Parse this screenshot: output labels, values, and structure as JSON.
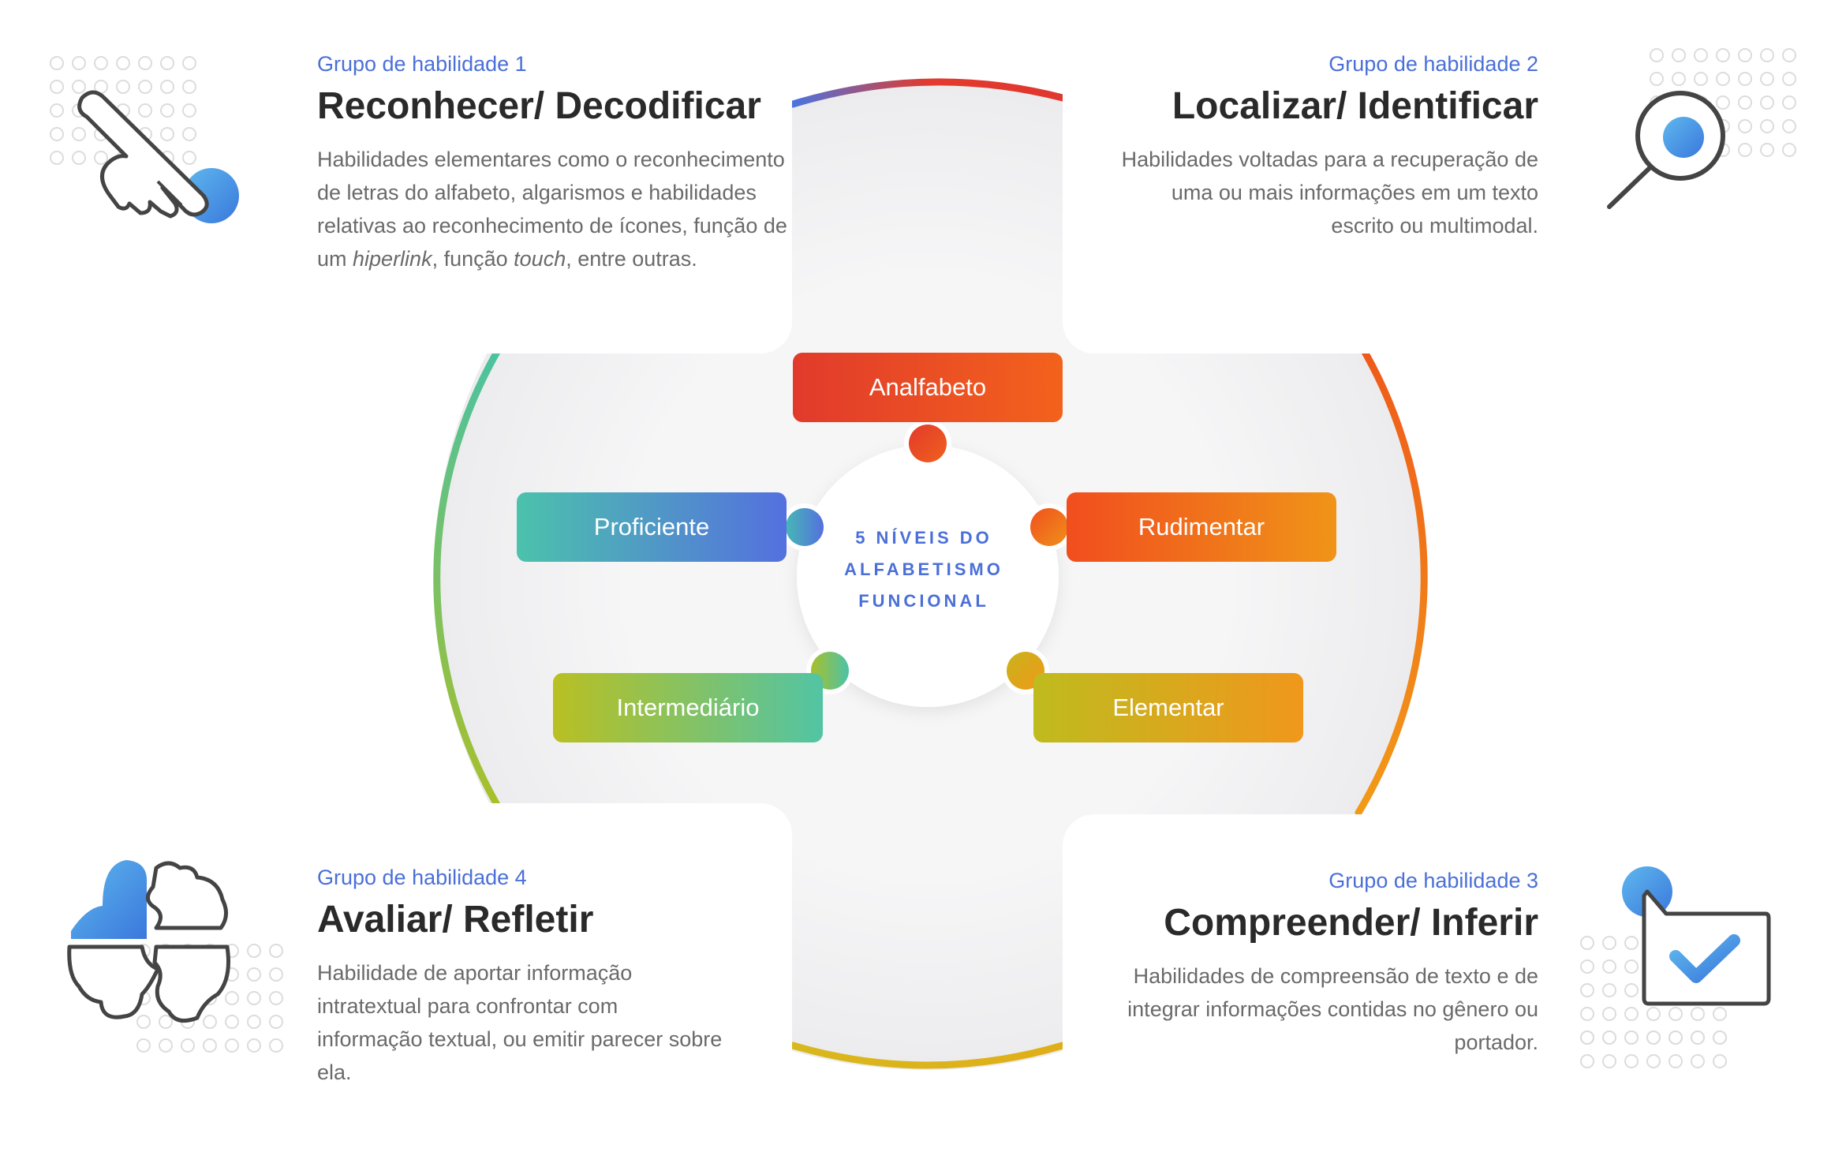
{
  "center": {
    "label": "5 NÍVEIS DO ALFABETISMO FUNCIONAL"
  },
  "levels": [
    {
      "label": "Analfabeto"
    },
    {
      "label": "Rudimentar"
    },
    {
      "label": "Elementar"
    },
    {
      "label": "Intermediário"
    },
    {
      "label": "Proficiente"
    }
  ],
  "groups": [
    {
      "group_label": "Grupo de habilidade 1",
      "title": "Reconhecer/ Decodificar",
      "description_parts": [
        "Habilidades elementares como o reconhecimento de letras do alfabeto, algarismos e habilidades relativas ao reconhecimento de ícones, função de um ",
        "hiperlink",
        ", função ",
        "touch",
        ", entre outras."
      ],
      "icon": "pointing-hand-icon"
    },
    {
      "group_label": "Grupo de habilidade 2",
      "title": "Localizar/ Identificar",
      "description": "Habilidades voltadas para a recuperação de uma ou mais informações em um texto escrito ou multimodal.",
      "icon": "magnifier-icon"
    },
    {
      "group_label": "Grupo de habilidade 3",
      "title": "Compreender/ Inferir",
      "description": "Habilidades de compreensão de texto e de integrar informações contidas no gênero ou portador.",
      "icon": "checkbox-icon"
    },
    {
      "group_label": "Grupo de habilidade 4",
      "title": "Avaliar/ Refletir",
      "description": "Habilidade de aportar informação intratextual para confrontar com informação textual, ou emitir parecer sobre ela.",
      "icon": "puzzle-icon"
    }
  ],
  "colors": {
    "accent_blue": "#4a6fd8",
    "analfabeto": [
      "#e23a2d",
      "#f3621c"
    ],
    "rudimentar": [
      "#f2541e",
      "#f09418"
    ],
    "elementar": [
      "#bfbb1e",
      "#f0971c"
    ],
    "intermediario": [
      "#b9c022",
      "#52c4a4"
    ],
    "proficiente": [
      "#4cc2ac",
      "#5470df"
    ]
  }
}
